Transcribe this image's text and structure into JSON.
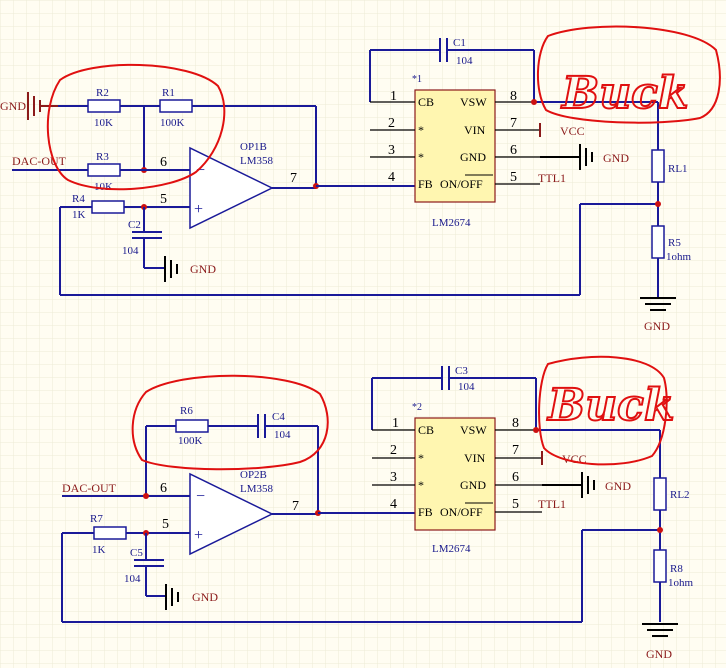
{
  "grid_color": "#ecebd6",
  "wire_color": "#1a1a99",
  "annotation_color": "#e01010",
  "top": {
    "gnd_left": "GND",
    "dac_out": "DAC-OUT",
    "r2": {
      "ref": "R2",
      "value": "10K"
    },
    "r1": {
      "ref": "R1",
      "value": "100K"
    },
    "r3": {
      "ref": "R3",
      "value": "10K"
    },
    "r4": {
      "ref": "R4",
      "value": "1K"
    },
    "c2": {
      "ref": "C2",
      "value": "104"
    },
    "c1": {
      "ref": "C1",
      "value": "104"
    },
    "op": {
      "ref": "OP1B",
      "part": "LM358",
      "pin_inv": "6",
      "pin_noninv": "5",
      "pin_out": "7"
    },
    "ic": {
      "mark": "*1",
      "part": "LM2674"
    },
    "gnd_c2": "GND",
    "vcc": "VCC",
    "gnd_pin6": "GND",
    "ttl": "TTL1",
    "rl": "RL1",
    "r5": {
      "ref": "R5",
      "value": "1ohm"
    },
    "gnd_bottom": "GND",
    "scribble": "Buck"
  },
  "bottom": {
    "dac_out": "DAC-OUT",
    "r6": {
      "ref": "R6",
      "value": "100K"
    },
    "c4": {
      "ref": "C4",
      "value": "104"
    },
    "r7": {
      "ref": "R7",
      "value": "1K"
    },
    "c5": {
      "ref": "C5",
      "value": "104"
    },
    "c3": {
      "ref": "C3",
      "value": "104"
    },
    "op": {
      "ref": "OP2B",
      "part": "LM358",
      "pin_inv": "6",
      "pin_noninv": "5",
      "pin_out": "7"
    },
    "ic": {
      "mark": "*2",
      "part": "LM2674"
    },
    "gnd_c5": "GND",
    "vcc": "VCC",
    "gnd_pin6": "GND",
    "ttl": "TTL1",
    "rl": "RL2",
    "r8": {
      "ref": "R8",
      "value": "1ohm"
    },
    "gnd_bottom": "GND",
    "scribble": "Buck"
  },
  "lm2674_pins": [
    {
      "num": "1",
      "name": "CB"
    },
    {
      "num": "2",
      "name": "*"
    },
    {
      "num": "3",
      "name": "*"
    },
    {
      "num": "4",
      "name": "FB"
    },
    {
      "num": "8",
      "name": "VSW"
    },
    {
      "num": "7",
      "name": "VIN"
    },
    {
      "num": "6",
      "name": "GND"
    },
    {
      "num": "5",
      "name": "ON/OFF"
    }
  ]
}
